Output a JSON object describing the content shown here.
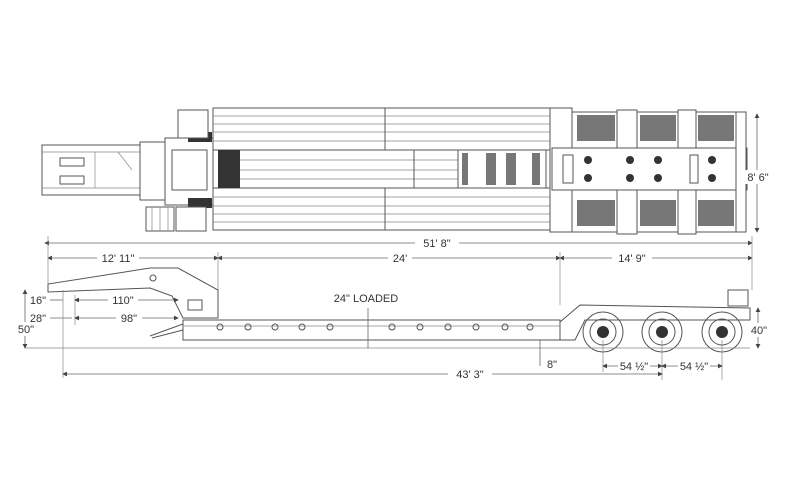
{
  "drawing": {
    "top_view": {
      "width_label": "8' 6\""
    },
    "overall": {
      "overall_length": "51' 8\"",
      "gooseneck_length": "12' 11\"",
      "deck_length": "24'",
      "rear_length": "14' 9\""
    },
    "side_view": {
      "dim_16": "16\"",
      "dim_28": "28\"",
      "dim_50": "50\"",
      "dim_110": "110\"",
      "dim_98": "98\"",
      "loaded_height": "24\" LOADED",
      "ground_clearance": "8\"",
      "axle_spacing_1": "54 ½\"",
      "axle_spacing_2": "54 ½\"",
      "deck_height_rear": "40\"",
      "kingpin_to_axle": "43' 3\""
    }
  }
}
